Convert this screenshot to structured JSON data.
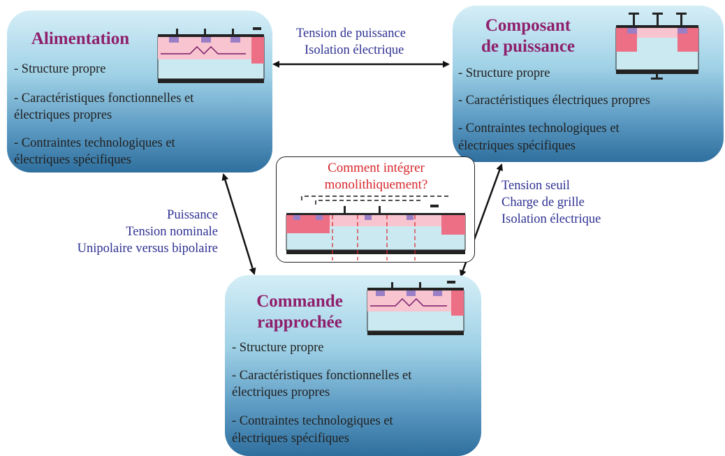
{
  "boxes": {
    "alimentation": {
      "title": "Alimentation",
      "items": [
        "- Structure propre",
        "- Caractéristiques fonctionnelles et",
        "électriques propres",
        "- Contraintes technologiques et",
        "électriques spécifiques"
      ]
    },
    "composant": {
      "title_line1": "Composant",
      "title_line2": "de puissance",
      "items": [
        "- Structure propre",
        "- Caractéristiques électriques propres",
        "- Contraintes technologiques et",
        "électriques spécifiques"
      ]
    },
    "commande": {
      "title_line1": "Commande",
      "title_line2": "rapprochée",
      "items": [
        "- Structure propre",
        "- Caractéristiques fonctionnelles et",
        "électriques propres",
        "- Contraintes technologiques et",
        "électriques spécifiques"
      ]
    }
  },
  "center": {
    "question_line1": "Comment intégrer",
    "question_line2": "monolithiquement?"
  },
  "links": {
    "top": [
      "Tension de puissance",
      "Isolation électrique"
    ],
    "left": [
      "Puissance",
      "Tension nominale",
      "Unipolaire versus bipolaire"
    ],
    "right": [
      "Tension seuil",
      "Charge de grille",
      "Isolation électrique"
    ]
  },
  "colors": {
    "title": "#8e1f6b",
    "link_text": "#2e3192",
    "question": "#d7262b"
  }
}
